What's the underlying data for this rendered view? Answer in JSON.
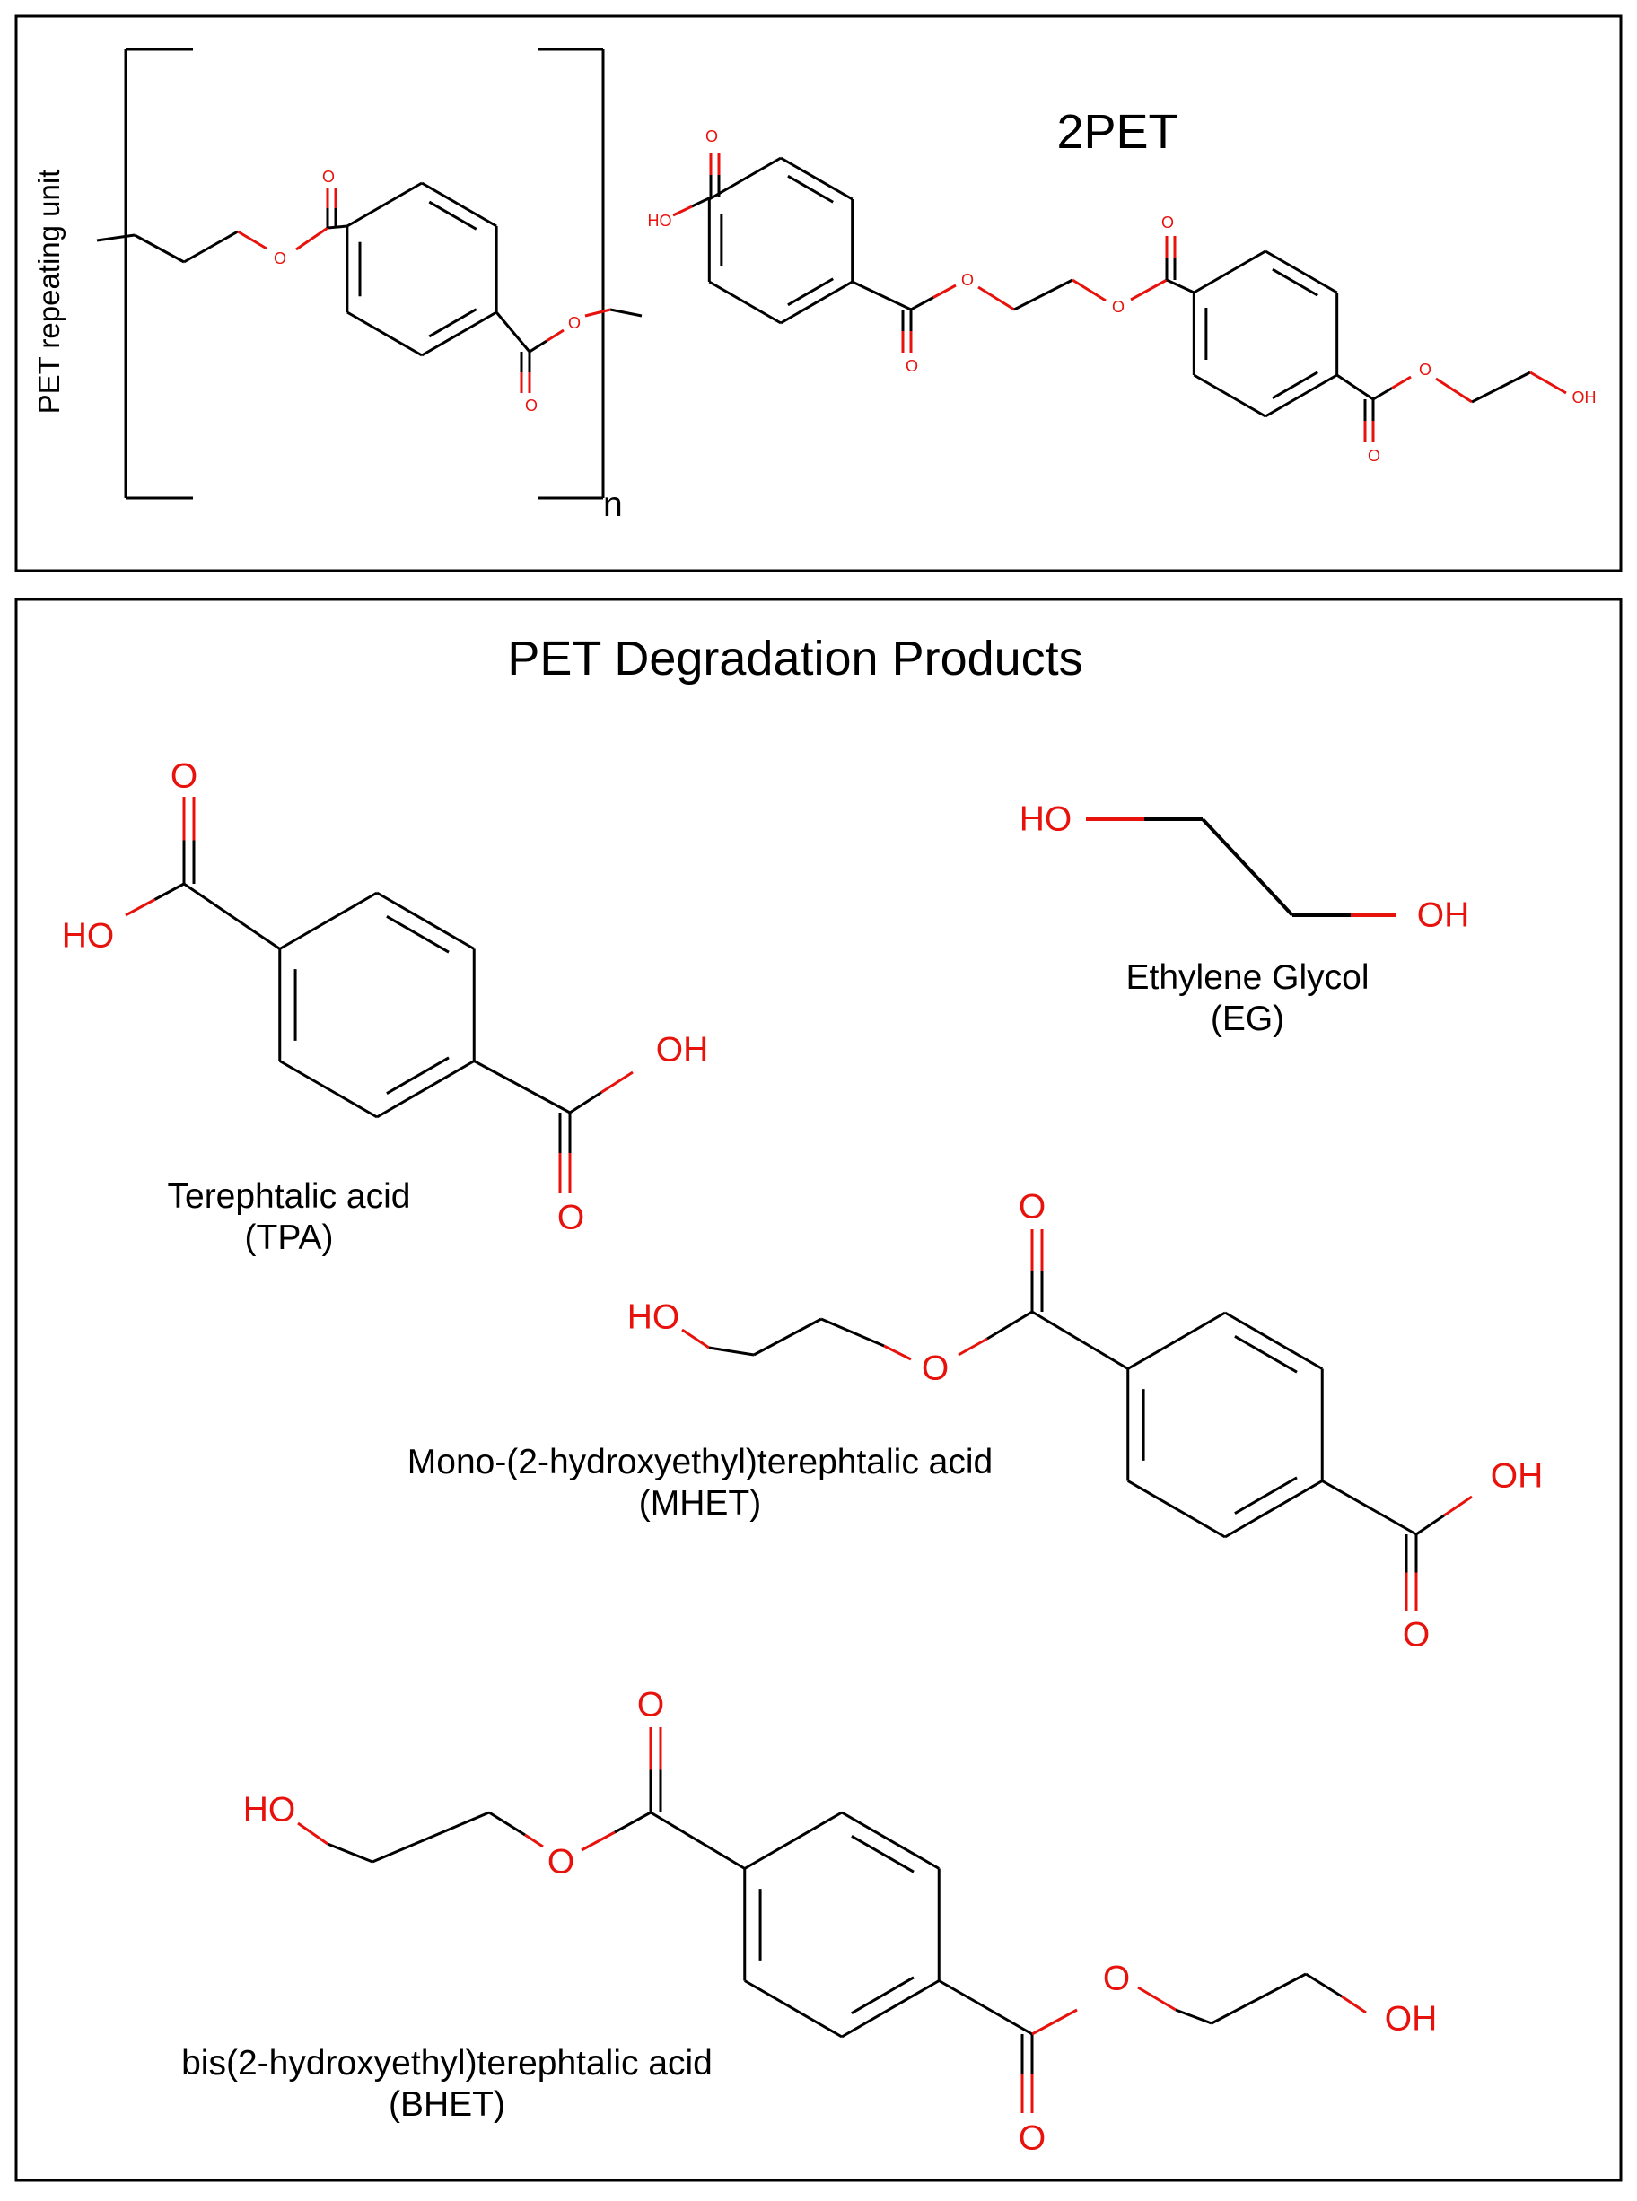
{
  "colors": {
    "bond": "#000000",
    "heteroatom": "#e8120c",
    "frame": "#000000",
    "background": "#ffffff"
  },
  "top_panel": {
    "side_label": "PET repeating unit",
    "subscript": "n",
    "title": "2PET",
    "atom_o": "O",
    "atom_ho": "HO",
    "atom_oh": "OH"
  },
  "bottom_panel": {
    "title": "PET Degradation Products",
    "atom_o": "O",
    "atom_ho": "HO",
    "atom_oh": "OH",
    "molecules": [
      {
        "key": "tpa",
        "name": "Terephtalic acid",
        "abbrev": "(TPA)"
      },
      {
        "key": "eg",
        "name": "Ethylene Glycol",
        "abbrev": "(EG)"
      },
      {
        "key": "mhet",
        "name": "Mono-(2-hydroxyethyl)terephtalic acid",
        "abbrev": "(MHET)"
      },
      {
        "key": "bhet",
        "name": "bis(2-hydroxyethyl)terephtalic acid",
        "abbrev": "(BHET)"
      }
    ]
  }
}
